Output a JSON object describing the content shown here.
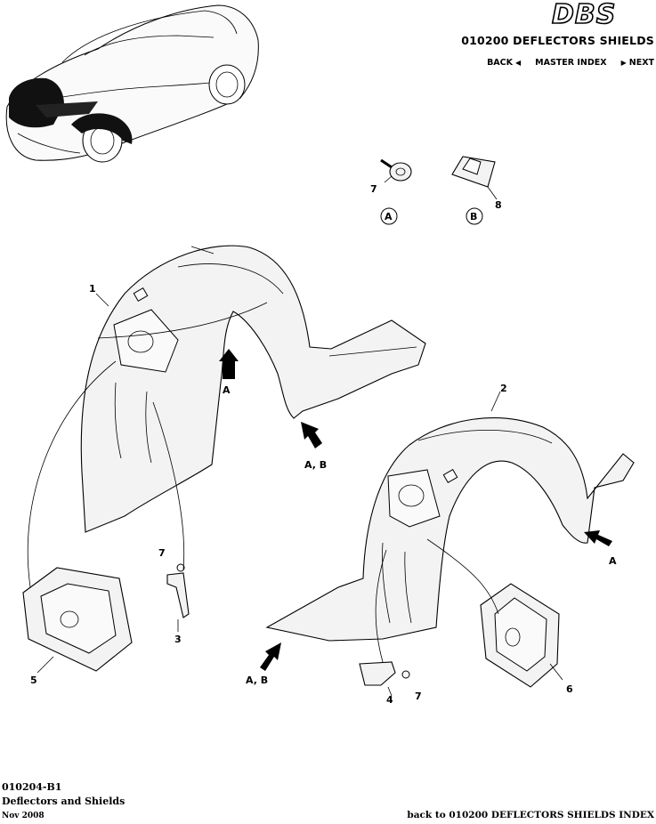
{
  "header": {
    "logo_text": "DBS",
    "title": "010200 DEFLECTORS SHIELDS",
    "nav": {
      "back": "BACK",
      "master_index": "MASTER INDEX",
      "next": "NEXT"
    }
  },
  "diagram": {
    "callouts": {
      "c1": "1",
      "c2": "2",
      "c3": "3",
      "c4": "4",
      "c5": "5",
      "c6": "6",
      "c7a": "7",
      "c7b": "7",
      "c7c": "7",
      "c8": "8"
    },
    "circle_refs": {
      "a": "A",
      "b": "B"
    },
    "arrow_labels": {
      "arrow_a_left": "A",
      "arrow_ab_left": "A, B",
      "arrow_a_right": "A",
      "arrow_ab_right": "A, B"
    }
  },
  "footer": {
    "code": "010204-B1",
    "title": "Deflectors and Shields",
    "date": "Nov 2008",
    "back_link": "back to 010200 DEFLECTORS SHIELDS INDEX"
  }
}
